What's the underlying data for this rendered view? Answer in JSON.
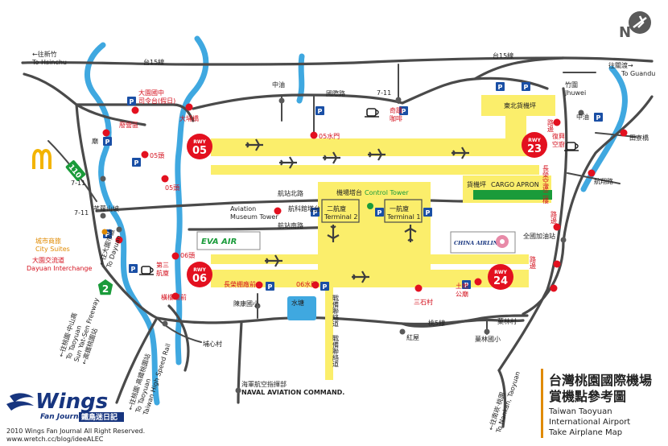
{
  "title": {
    "zh_line1": "台灣桃園國際機場",
    "zh_line2": "賞機點參考圖",
    "en_line1": "Taiwan Taoyuan",
    "en_line2": "International Airport",
    "en_line3": "Take Airplane Map"
  },
  "branding": {
    "logo_word": "Wings",
    "logo_sub": "Fan Journal",
    "logo_zh": "鐵鳥迷日記",
    "copyright": "2010 Wings Fan Journal All Right Reserved.",
    "url": "www.wretch.cc/blog/ideeALEC"
  },
  "colors": {
    "runway": "#fbee6b",
    "road": "#4a4a4a",
    "river": "#3fa8e0",
    "spot": "#e3101f",
    "parking": "#1a4fa5",
    "label_red": "#d4111e",
    "label_orange": "#e08a00",
    "navy": "#17357f"
  },
  "icons": {
    "north_arrow": "compass-plane-icon",
    "parking": "parking-icon",
    "spot": "viewing-spot-icon",
    "coffee": "coffee-cup-icon",
    "mcdonalds": "mcdonalds-logo",
    "plane": "airplane-icon"
  },
  "directions": {
    "hsinchu_zh": "←往新竹",
    "hsinchu_en": "To Hsinchu",
    "guandu_zh": "往關渡→",
    "guandu_en": "To Guandu",
    "taoyuan_a_zh": "←往桃園‧中山高",
    "taoyuan_a_en1": "To Taoyuan",
    "taoyuan_a_en2": "Sun Yat-Sen Freeway",
    "taoyuan_a_zh2": "←高鐵桃園站",
    "taoyuan_b_zh": "←往大園市區",
    "taoyuan_b_en": "To Dayuan",
    "hsr_zh": "←往桃園‧高鐵桃園站",
    "hsr_en1": "To Taoyuan",
    "hsr_en2": "Taiwan High Speed Rail",
    "nankan_zh": "←往南崁‧桃園",
    "nankan_en": "To Nankan, Taoyuan"
  },
  "roads": {
    "tai15_west": "台15線",
    "tai15_east": "台15線",
    "tai5": "桃5線",
    "guoji": "國際路",
    "hangzhan_north": "航站北路",
    "hangzhan_south": "航站南路",
    "hangjing": "航翔路",
    "yangmei": "芊蘿山坡",
    "zhanbei_1": "戰備聯絡道",
    "zhanbei_2": "戰備聯絡道",
    "changrong_east": "長榮空運二樓",
    "road_1": "路邊",
    "road_2": "路邊",
    "road_3": "路邊",
    "route_110": "110"
  },
  "places": {
    "zhongyou_west": "中油",
    "zhongyou_east": "中油",
    "seven_a": "7-11",
    "seven_b": "7-11",
    "seven_c": "7-11",
    "seven_d": "7-11",
    "zhuwei_zh": "竹圍",
    "zhuwei_en": "Jhuwei",
    "tianliao": "田寮橋",
    "chenkang": "陳康國小",
    "yuanshu": "菓林村",
    "guolin": "菓林國小",
    "quanguo_gas": "全國加油站",
    "hongwu": "紅屋",
    "jiuxin": "埔心村",
    "navy_zh": "海軍航空指揮部",
    "navy_en": "NAVAL AVIATION COMMAND.",
    "dayuan_zh": "大園交流道",
    "dayuan_en": "Dayuan Interchange",
    "citysuites_zh": "城市商旅",
    "citysuites_en": "City Suites",
    "water_pond": "水塘",
    "control_zh": "機場塔台",
    "control_en": "Control Tower",
    "terminal2_zh": "二航廈",
    "terminal2_en": "Terminal 2",
    "terminal1_zh": "一航廈",
    "terminal1_en": "Terminal 1",
    "museum_zh": "航科館塔台",
    "museum_en1": "Aviation",
    "museum_en2": "Museum Tower",
    "cargo_zh": "貨機坪",
    "cargo_en": "CARGO APRON",
    "northeast_apron": "東北貨機坪",
    "eva_logo": "EVA AIR",
    "china_logo": "CHINA AIRLINES"
  },
  "spots": {
    "dayuan_bridge": "大埔橋",
    "zhongzheng_court_1": "大園國中",
    "zhongzheng_court_2": "司令台(假日)",
    "fengyuan": "廢營區",
    "temple": "廟",
    "head05_1": "05頭",
    "head05_2": "05頭",
    "gate05": "05水門",
    "qiji_1": "奇蹟",
    "qiji_2": "咖啡",
    "road_spot": "路邊",
    "fuxing_1": "復興",
    "fuxing_2": "空廚",
    "head06": "06頭",
    "third_terminal_1": "第三",
    "third_terminal_2": "航廈",
    "changrong_rd": "長榮棚廠前",
    "gate06": "06水門",
    "sanshicun": "三石村",
    "tudi_1": "土地",
    "tudi_2": "公廟",
    "jiuyang": "橫樓場前",
    "museum_tower": "航科館塔台"
  },
  "runways": [
    {
      "id": "rwy05",
      "label": "RWY",
      "num": "05"
    },
    {
      "id": "rwy23",
      "label": "RWY",
      "num": "23"
    },
    {
      "id": "rwy06",
      "label": "RWY",
      "num": "06"
    },
    {
      "id": "rwy24",
      "label": "RWY",
      "num": "24"
    }
  ],
  "parking_label": "P"
}
